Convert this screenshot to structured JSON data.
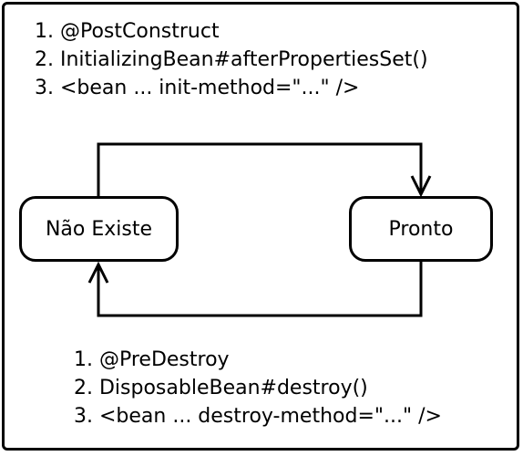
{
  "states": {
    "not_exists": "Não Existe",
    "ready": "Pronto"
  },
  "init_methods": [
    "1. @PostConstruct",
    "2. InitializingBean#afterPropertiesSet()",
    "3. <bean ... init-method=\"...\" />"
  ],
  "destroy_methods": [
    "1. @PreDestroy",
    "2. DisposableBean#destroy()",
    "3. <bean ... destroy-method=\"...\" />"
  ]
}
